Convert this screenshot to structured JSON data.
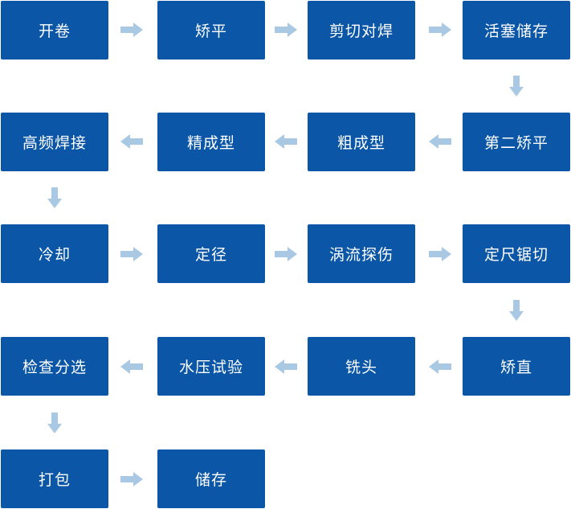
{
  "colors": {
    "box": "#0b56a6",
    "box_text": "#ffffff",
    "arrow": "#a9c8e3"
  },
  "steps": {
    "s01": "开卷",
    "s02": "矫平",
    "s03": "剪切对焊",
    "s04": "活塞储存",
    "s05": "第二矫平",
    "s06": "粗成型",
    "s07": "精成型",
    "s08": "高频焊接",
    "s09": "冷却",
    "s10": "定径",
    "s11": "涡流探伤",
    "s12": "定尺锯切",
    "s13": "矫直",
    "s14": "铣头",
    "s15": "水压试验",
    "s16": "检查分选",
    "s17": "打包",
    "s18": "储存"
  },
  "flow": [
    [
      "s01",
      "s02"
    ],
    [
      "s02",
      "s03"
    ],
    [
      "s03",
      "s04"
    ],
    [
      "s04",
      "s05"
    ],
    [
      "s05",
      "s06"
    ],
    [
      "s06",
      "s07"
    ],
    [
      "s07",
      "s08"
    ],
    [
      "s08",
      "s09"
    ],
    [
      "s09",
      "s10"
    ],
    [
      "s10",
      "s11"
    ],
    [
      "s11",
      "s12"
    ],
    [
      "s12",
      "s13"
    ],
    [
      "s13",
      "s14"
    ],
    [
      "s14",
      "s15"
    ],
    [
      "s15",
      "s16"
    ],
    [
      "s16",
      "s17"
    ],
    [
      "s17",
      "s18"
    ]
  ]
}
